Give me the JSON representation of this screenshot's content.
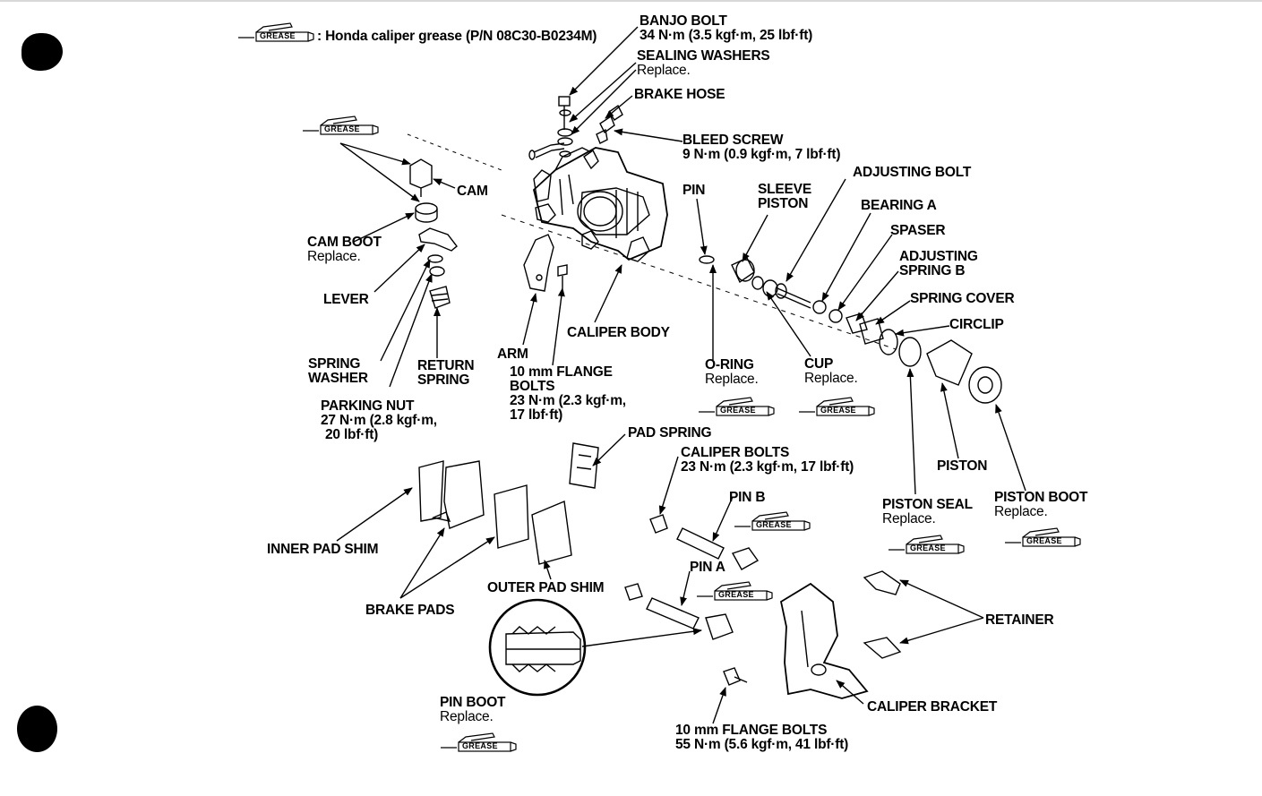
{
  "legend": {
    "icon_text": "GREASE",
    "text": ": Honda caliper grease (P/N 08C30-B0234M)"
  },
  "grease_icon_text": "GREASE",
  "labels": {
    "banjo_bolt": {
      "name": "BANJO BOLT",
      "spec": "34 N·m (3.5 kgf·m, 25 lbf·ft)"
    },
    "sealing_washers": {
      "name": "SEALING WASHERS",
      "note": "Replace."
    },
    "brake_hose": {
      "name": "BRAKE HOSE"
    },
    "bleed_screw": {
      "name": "BLEED SCREW",
      "spec": "9 N·m (0.9 kgf·m, 7 lbf·ft)"
    },
    "adjusting_bolt": {
      "name": "ADJUSTING BOLT"
    },
    "bearing_a": {
      "name": "BEARING A"
    },
    "spaser": {
      "name": "SPASER"
    },
    "adjusting_spring_b": {
      "line1": "ADJUSTING",
      "line2": "SPRING B"
    },
    "spring_cover": {
      "name": "SPRING COVER"
    },
    "circlip": {
      "name": "CIRCLIP"
    },
    "pin": {
      "name": "PIN"
    },
    "sleeve_piston": {
      "line1": "SLEEVE",
      "line2": "PISTON"
    },
    "cam": {
      "name": "CAM"
    },
    "cam_boot": {
      "name": "CAM BOOT",
      "note": "Replace."
    },
    "lever": {
      "name": "LEVER"
    },
    "spring_washer": {
      "line1": "SPRING",
      "line2": "WASHER"
    },
    "return_spring": {
      "line1": "RETURN",
      "line2": "SPRING"
    },
    "parking_nut": {
      "name": "PARKING NUT",
      "spec1": "27 N·m (2.8 kgf·m,",
      "spec2": "20 lbf·ft)"
    },
    "arm": {
      "name": "ARM"
    },
    "caliper_body": {
      "name": "CALIPER BODY"
    },
    "flange_bolts_10": {
      "line1": "10 mm FLANGE",
      "line2": "BOLTS",
      "spec1": "23 N·m (2.3 kgf·m,",
      "spec2": "17 lbf·ft)"
    },
    "o_ring": {
      "name": "O-RING",
      "note": "Replace."
    },
    "cup": {
      "name": "CUP",
      "note": "Replace."
    },
    "piston": {
      "name": "PISTON"
    },
    "piston_seal": {
      "name": "PISTON SEAL",
      "note": "Replace."
    },
    "piston_boot": {
      "name": "PISTON BOOT",
      "note": "Replace."
    },
    "pad_spring": {
      "name": "PAD SPRING"
    },
    "caliper_bolts": {
      "name": "CALIPER BOLTS",
      "spec": "23 N·m (2.3 kgf·m, 17 lbf·ft)"
    },
    "pin_b": {
      "name": "PIN B"
    },
    "pin_a": {
      "name": "PIN A"
    },
    "inner_pad_shim": {
      "name": "INNER PAD SHIM"
    },
    "brake_pads": {
      "name": "BRAKE PADS"
    },
    "outer_pad_shim": {
      "name": "OUTER PAD SHIM"
    },
    "retainer": {
      "name": "RETAINER"
    },
    "pin_boot": {
      "name": "PIN BOOT",
      "note": "Replace."
    },
    "caliper_bracket": {
      "name": "CALIPER BRACKET"
    },
    "flange_bolts_55": {
      "name": "10 mm FLANGE BOLTS",
      "spec": "55 N·m (5.6 kgf·m, 41 lbf·ft)"
    }
  }
}
